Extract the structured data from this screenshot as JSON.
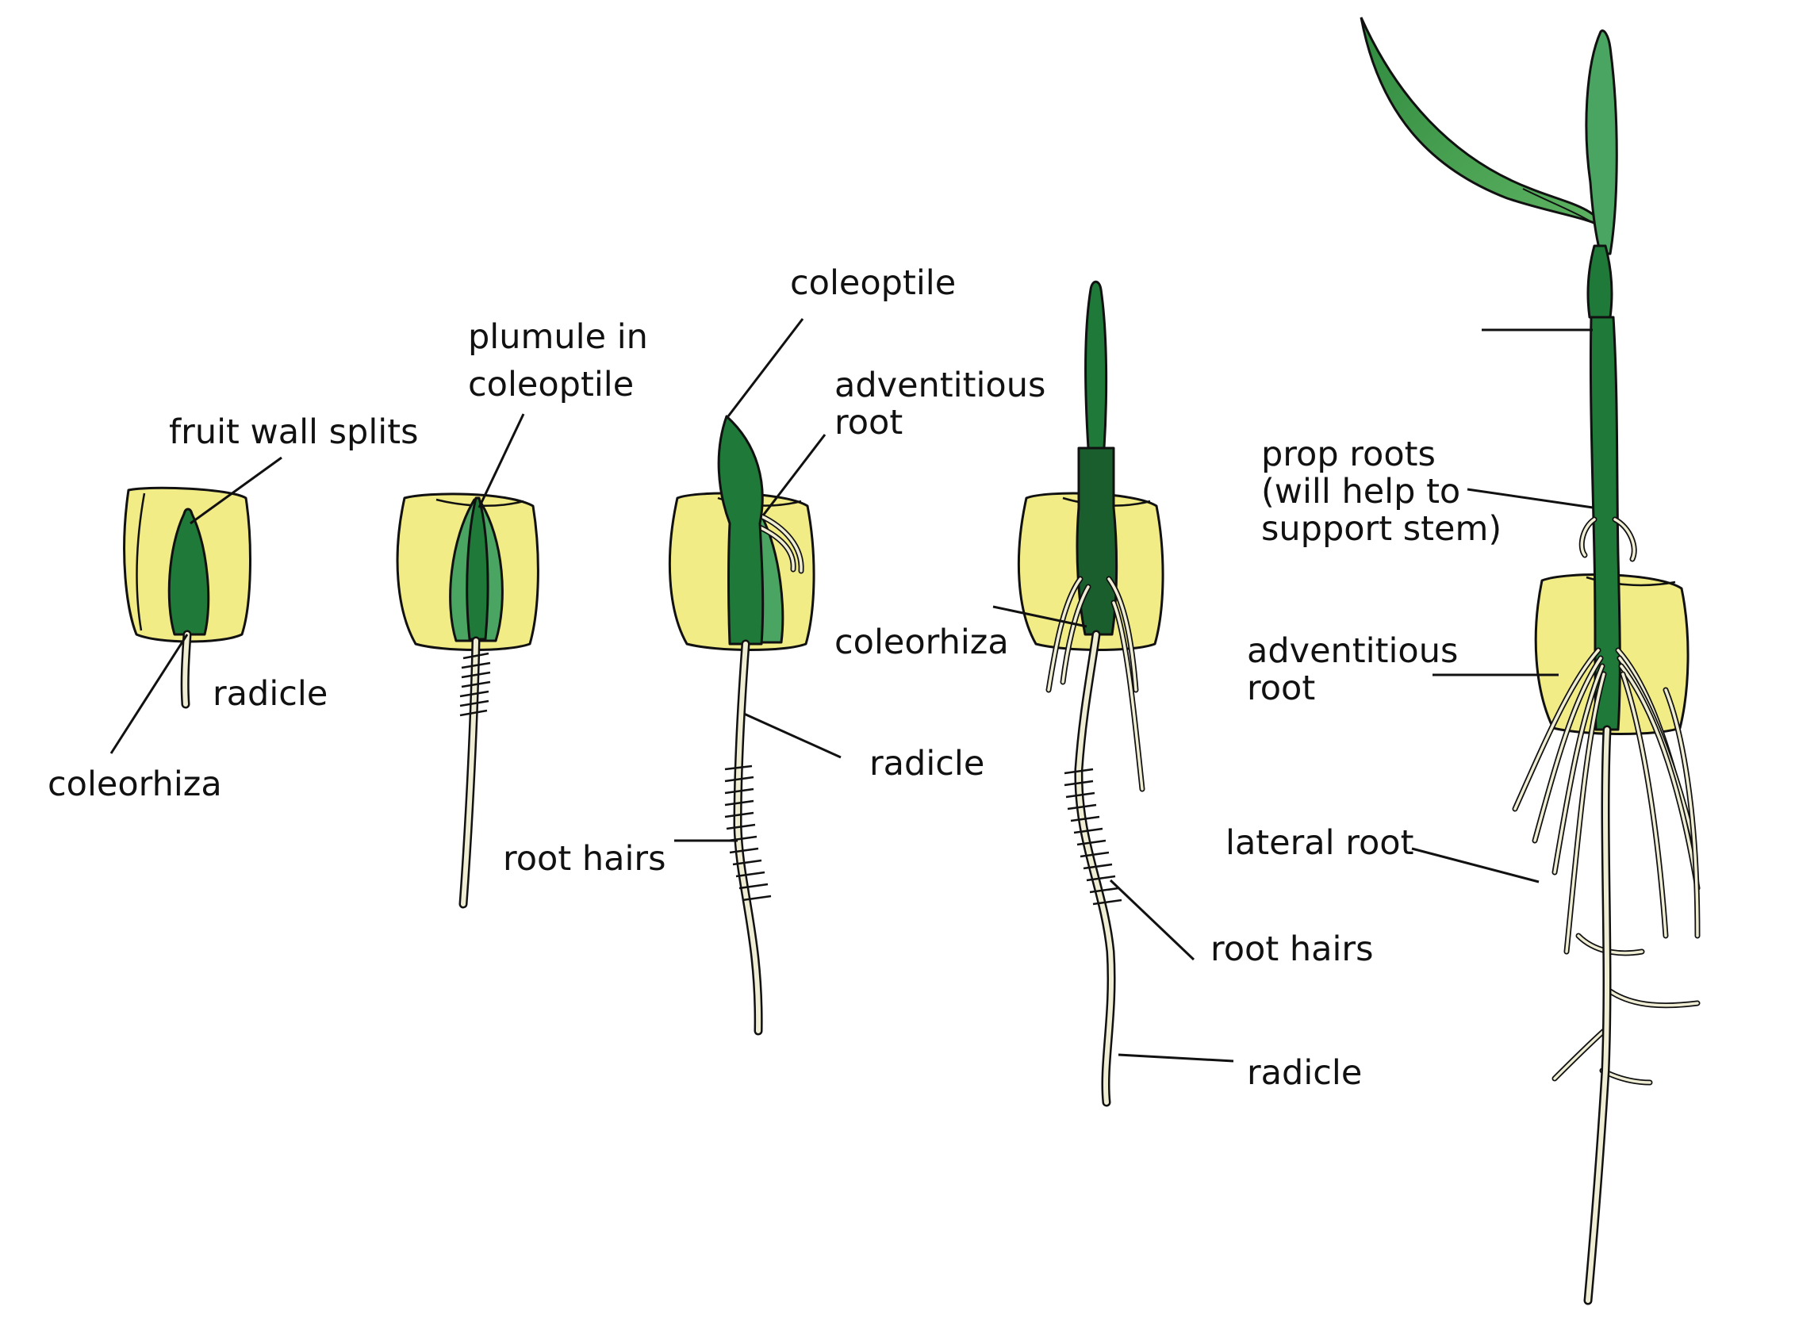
{
  "labels": {
    "fruit_wall_splits": "fruit wall splits",
    "radicle_1": "radicle",
    "coleorhiza_1": "coleorhiza",
    "plumule_line1": "plumule in",
    "plumule_line2": "coleoptile",
    "coleoptile": "coleoptile",
    "adventitious_root_3_line1": "adventitious",
    "adventitious_root_3_line2": "root",
    "radicle_3": "radicle",
    "root_hairs_3": "root hairs",
    "coleorhiza_4": "coleorhiza",
    "root_hairs_4": "root hairs",
    "radicle_4": "radicle",
    "prop_roots_line1": "prop roots",
    "prop_roots_line2": "(will help to",
    "prop_roots_line3": "support stem)",
    "adventitious_root_5_line1": "adventitious",
    "adventitious_root_5_line2": "root",
    "lateral_root": "lateral root"
  },
  "colors": {
    "seed_yellow": "#f1ec86",
    "dark_green": "#1f7a3a",
    "mid_green": "#4aa562",
    "leaf_green": "#3f9a4c",
    "root_cream": "#efedd3"
  }
}
